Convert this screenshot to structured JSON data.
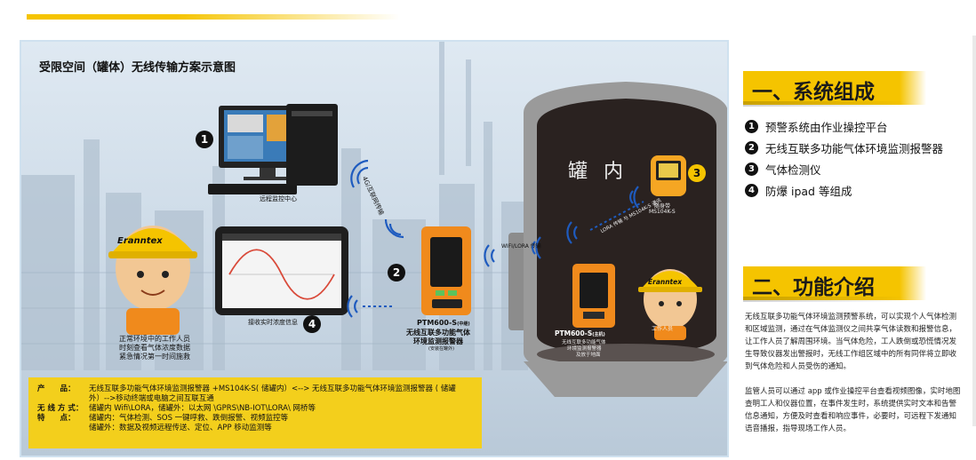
{
  "diagram": {
    "title": "受限空间（罐体）无线传输方案示意图",
    "badges": {
      "one": "1",
      "two": "2",
      "three": "3",
      "four": "4"
    },
    "labels": {
      "remote_center": "远程监控中心",
      "link_4g": "4G/互联网传输",
      "tablet_caption": "接收实时浓度信息",
      "wifi_lora": "WIFI/LORA 传输",
      "lora_link": "LORA 传输 与 MS104K-S 通讯",
      "detector_name": "随身带",
      "detector_model": "MS104K-S",
      "tank_text": "罐内",
      "worker_inside": "工作人员",
      "outside_model": "PTM600-S",
      "outside_sub": "(中继)",
      "outside_name_1": "无线互联多功能气体",
      "outside_name_2": "环境监测报警器",
      "outside_note": "(安装在罐外)",
      "inside_model": "PTM600-S",
      "inside_sub": "(主机)",
      "inside_name_1": "无线互联多功能气体",
      "inside_name_2": "环境监测报警器",
      "inside_note": "及放于地面",
      "mascot_text": "Eranntex"
    },
    "left_caption": [
      "正常环境中的工作人员",
      "时刻查看气体浓度数据",
      "紧急情况第一时间施救"
    ]
  },
  "info_box": {
    "rows": [
      {
        "key": "产　　品：",
        "value": "无线互联多功能气体环境监测报警器 +MS104K-S( 储罐内）<--> 无线互联多功能气体环境监测报警器 ( 储罐外）-->移动终端或电脑之间互联互通"
      },
      {
        "key": "无 线 方 式：",
        "value": "储罐内 Wifi\\LORA，储罐外：以太网 \\GPRS\\NB-IOT\\LORA\\ 网桥等"
      },
      {
        "key": "特　　点：",
        "value": "储罐内：气体检测、SOS 一键呼救、跌倒报警、视频监控等"
      },
      {
        "key": "",
        "value": "储罐外：数据及视频远程传送、定位、APP 移动监测等"
      }
    ]
  },
  "section1": {
    "title": "一、系统组成",
    "items": [
      {
        "num": "1",
        "text": "预警系统由作业操控平台"
      },
      {
        "num": "2",
        "text": "无线互联多功能气体环境监测报警器"
      },
      {
        "num": "3",
        "text": "气体检测仪"
      },
      {
        "num": "4",
        "text": "防爆 ipad 等组成"
      }
    ]
  },
  "section2": {
    "title": "二、功能介绍",
    "paragraphs": [
      "无线互联多功能气体环境监测预警系统，可以实现个人气体检测和区域监测，通过在气体监测仪之间共享气体读数和报警信息，让工作人员了解周围环境。当气体危险，工人跌倒或恐慌情况发生导致仪器发出警报时，无线工作组区域中的所有同伴将立即收到气体危险和人员受伤的通知。",
      "监管人员可以通过 app 或作业操控平台查看视频图像，实时地图查明工人和仪器位置，在事件发生时，系统提供实时文本和告警信息通知，方便及时查看和响应事件，必要时，可远程下发通知语音播报，指导现场工作人员。"
    ]
  },
  "colors": {
    "accent": "#f5c400",
    "orange": "#f08a1c",
    "dark": "#111111"
  }
}
